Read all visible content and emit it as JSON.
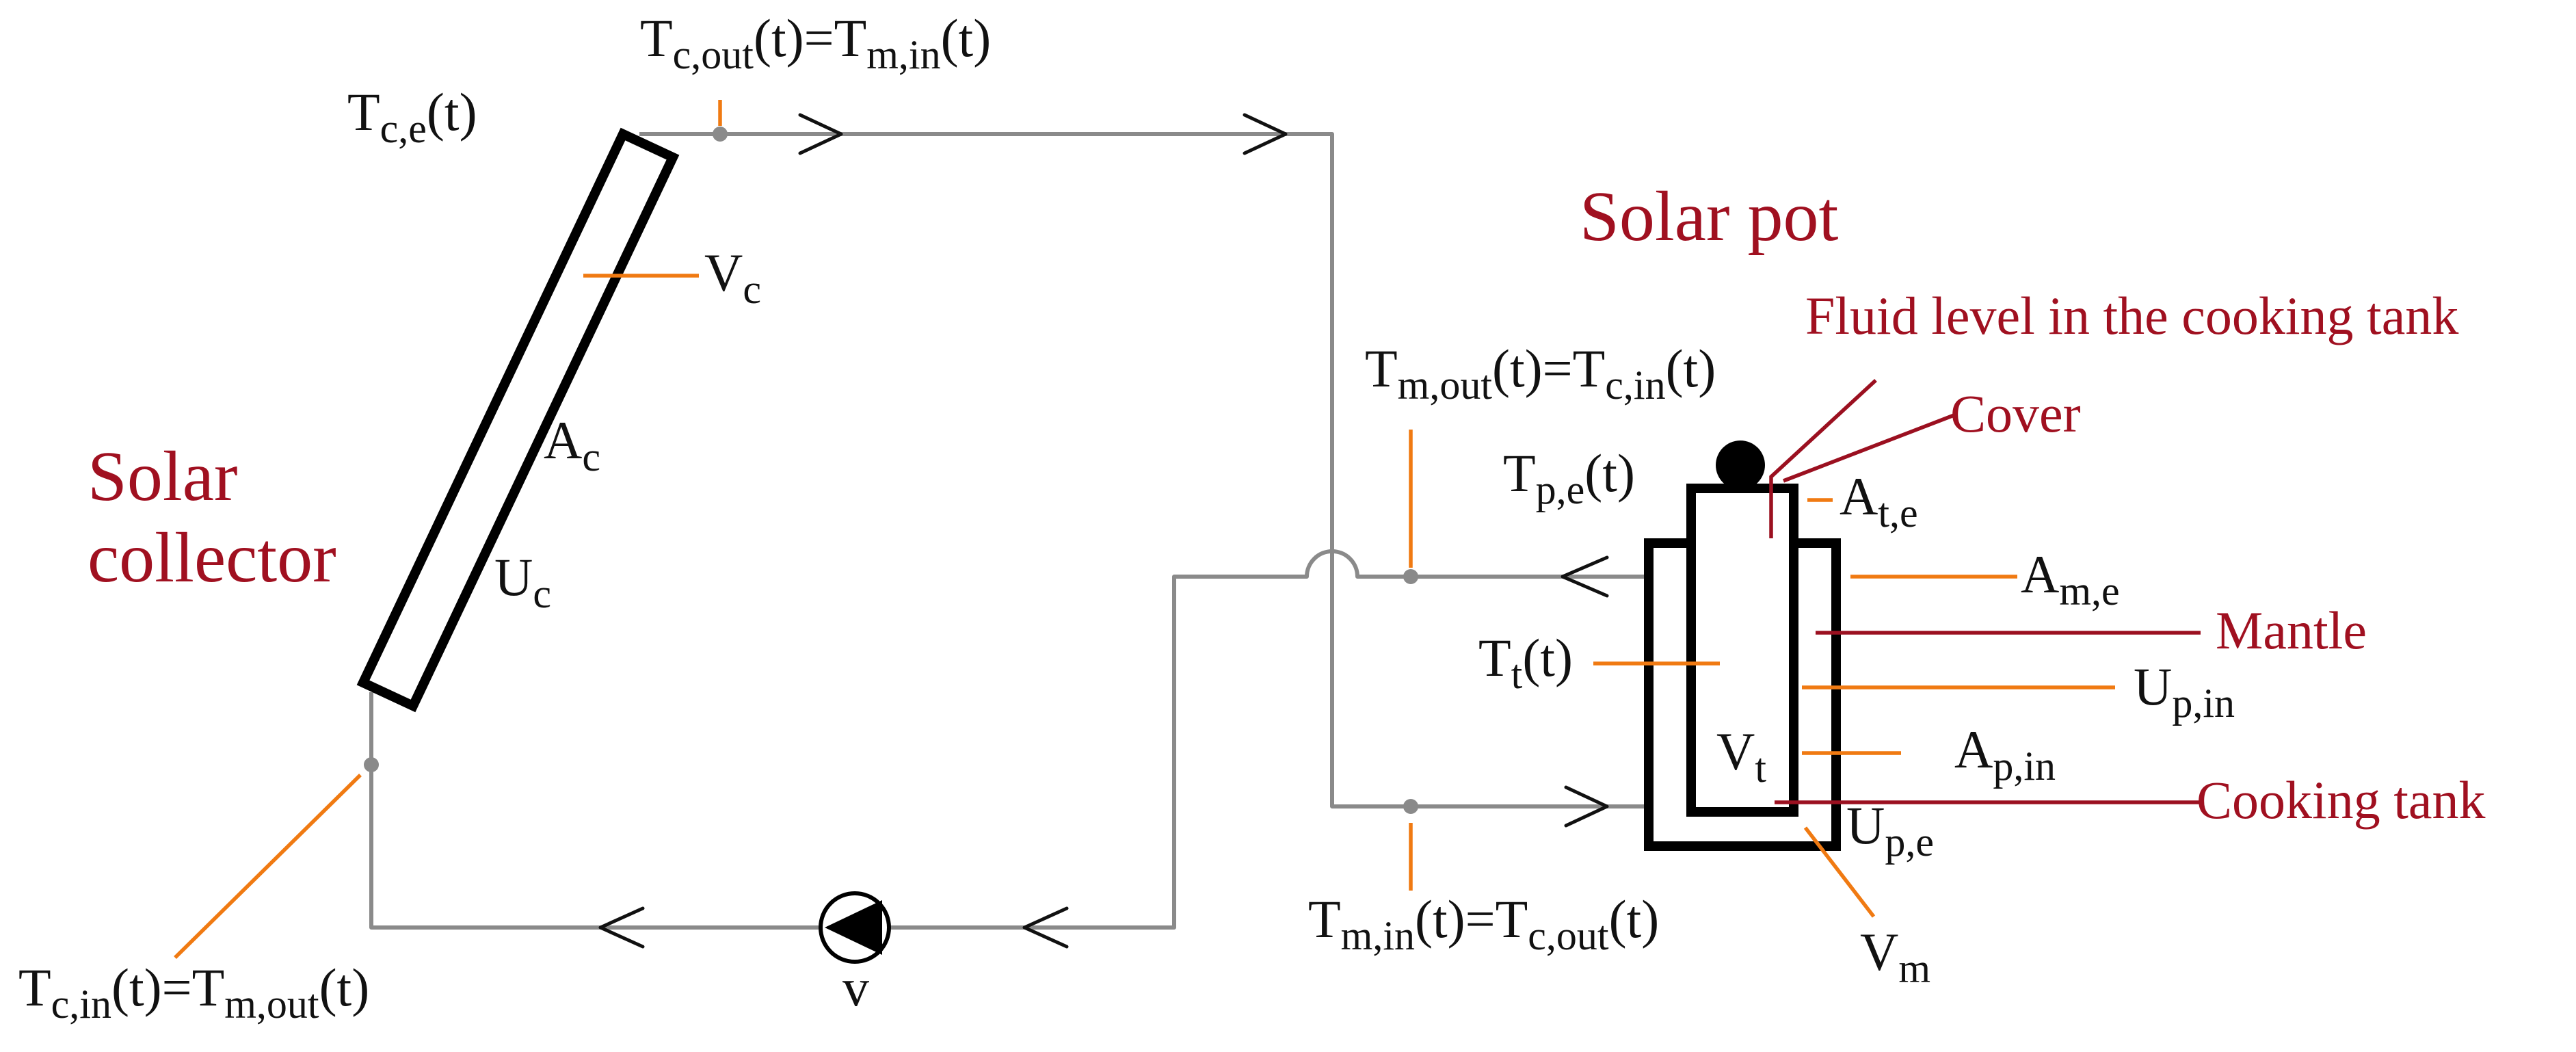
{
  "diagram": {
    "titles": {
      "collector_line1": "Solar",
      "collector_line2": "collector",
      "pot": "Solar pot"
    },
    "labels": {
      "tce": {
        "main": "T",
        "sub": "c,e",
        "tail": "(t)"
      },
      "tcout": {
        "m1": "T",
        "s1": "c,out",
        "t1": "(t)=T",
        "s2": "m,in",
        "t2": "(t)"
      },
      "vc": {
        "main": "V",
        "sub": "c"
      },
      "ac": {
        "main": "A",
        "sub": "c"
      },
      "uc": {
        "main": "U",
        "sub": "c"
      },
      "tcin": {
        "m1": "T",
        "s1": "c,in",
        "t1": "(t)=T",
        "s2": "m,out",
        "t2": "(t)"
      },
      "v": "v",
      "tmout": {
        "m1": "T",
        "s1": "m,out",
        "t1": "(t)=T",
        "s2": "c,in",
        "t2": "(t)"
      },
      "tmin": {
        "m1": "T",
        "s1": "m,in",
        "t1": "(t)=T",
        "s2": "c,out",
        "t2": "(t)"
      },
      "tpe": {
        "main": "T",
        "sub": "p,e",
        "tail": "(t)"
      },
      "tt": {
        "main": "T",
        "sub": "t",
        "tail": "(t)"
      },
      "ate": {
        "main": "A",
        "sub": "t,e"
      },
      "ame": {
        "main": "A",
        "sub": "m,e"
      },
      "upin": {
        "main": "U",
        "sub": "p,in"
      },
      "apin": {
        "main": "A",
        "sub": "p,in"
      },
      "vt": {
        "main": "V",
        "sub": "t"
      },
      "upe": {
        "main": "U",
        "sub": "p,e"
      },
      "vm": {
        "main": "V",
        "sub": "m"
      }
    },
    "components": {
      "fluid_level": "Fluid level in the cooking tank",
      "cover": "Cover",
      "mantle": "Mantle",
      "cooking_tank": "Cooking tank"
    },
    "colors": {
      "pipe": "#8a8a8a",
      "orange_leader": "#f07a12",
      "red_leader": "#9b1020",
      "title_red": "#a01020",
      "outline": "#000000"
    }
  }
}
